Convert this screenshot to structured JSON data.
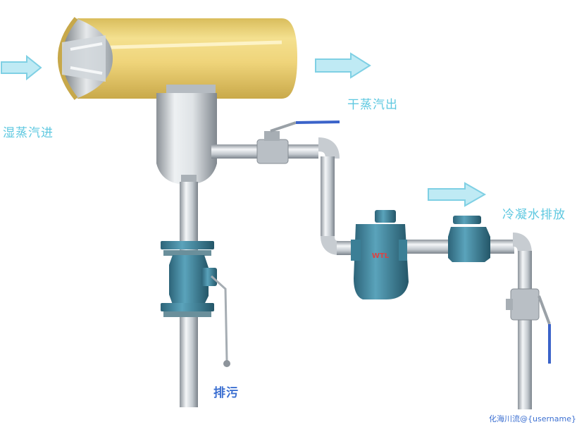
{
  "labels": {
    "wet_steam_in": "湿蒸汽进",
    "dry_steam_out": "干蒸汽出",
    "condensate_out": "冷凝水排放",
    "drain": "排污"
  },
  "watermark": "化海川流@{username}",
  "valve_marking": "WTL",
  "colors": {
    "label_text": "#5ec8e0",
    "arrow_fill": "#bfeaf4",
    "arrow_stroke": "#7fd0e4",
    "separator_shell": "#e8cf76",
    "steel": "#c9ced3",
    "valve_body": "#3b7f96",
    "handle_knob": "#3b63c9",
    "watermark_text": "#3b6fd1"
  },
  "icons": {
    "flow_arrow": "right-arrow-outline-icon"
  }
}
